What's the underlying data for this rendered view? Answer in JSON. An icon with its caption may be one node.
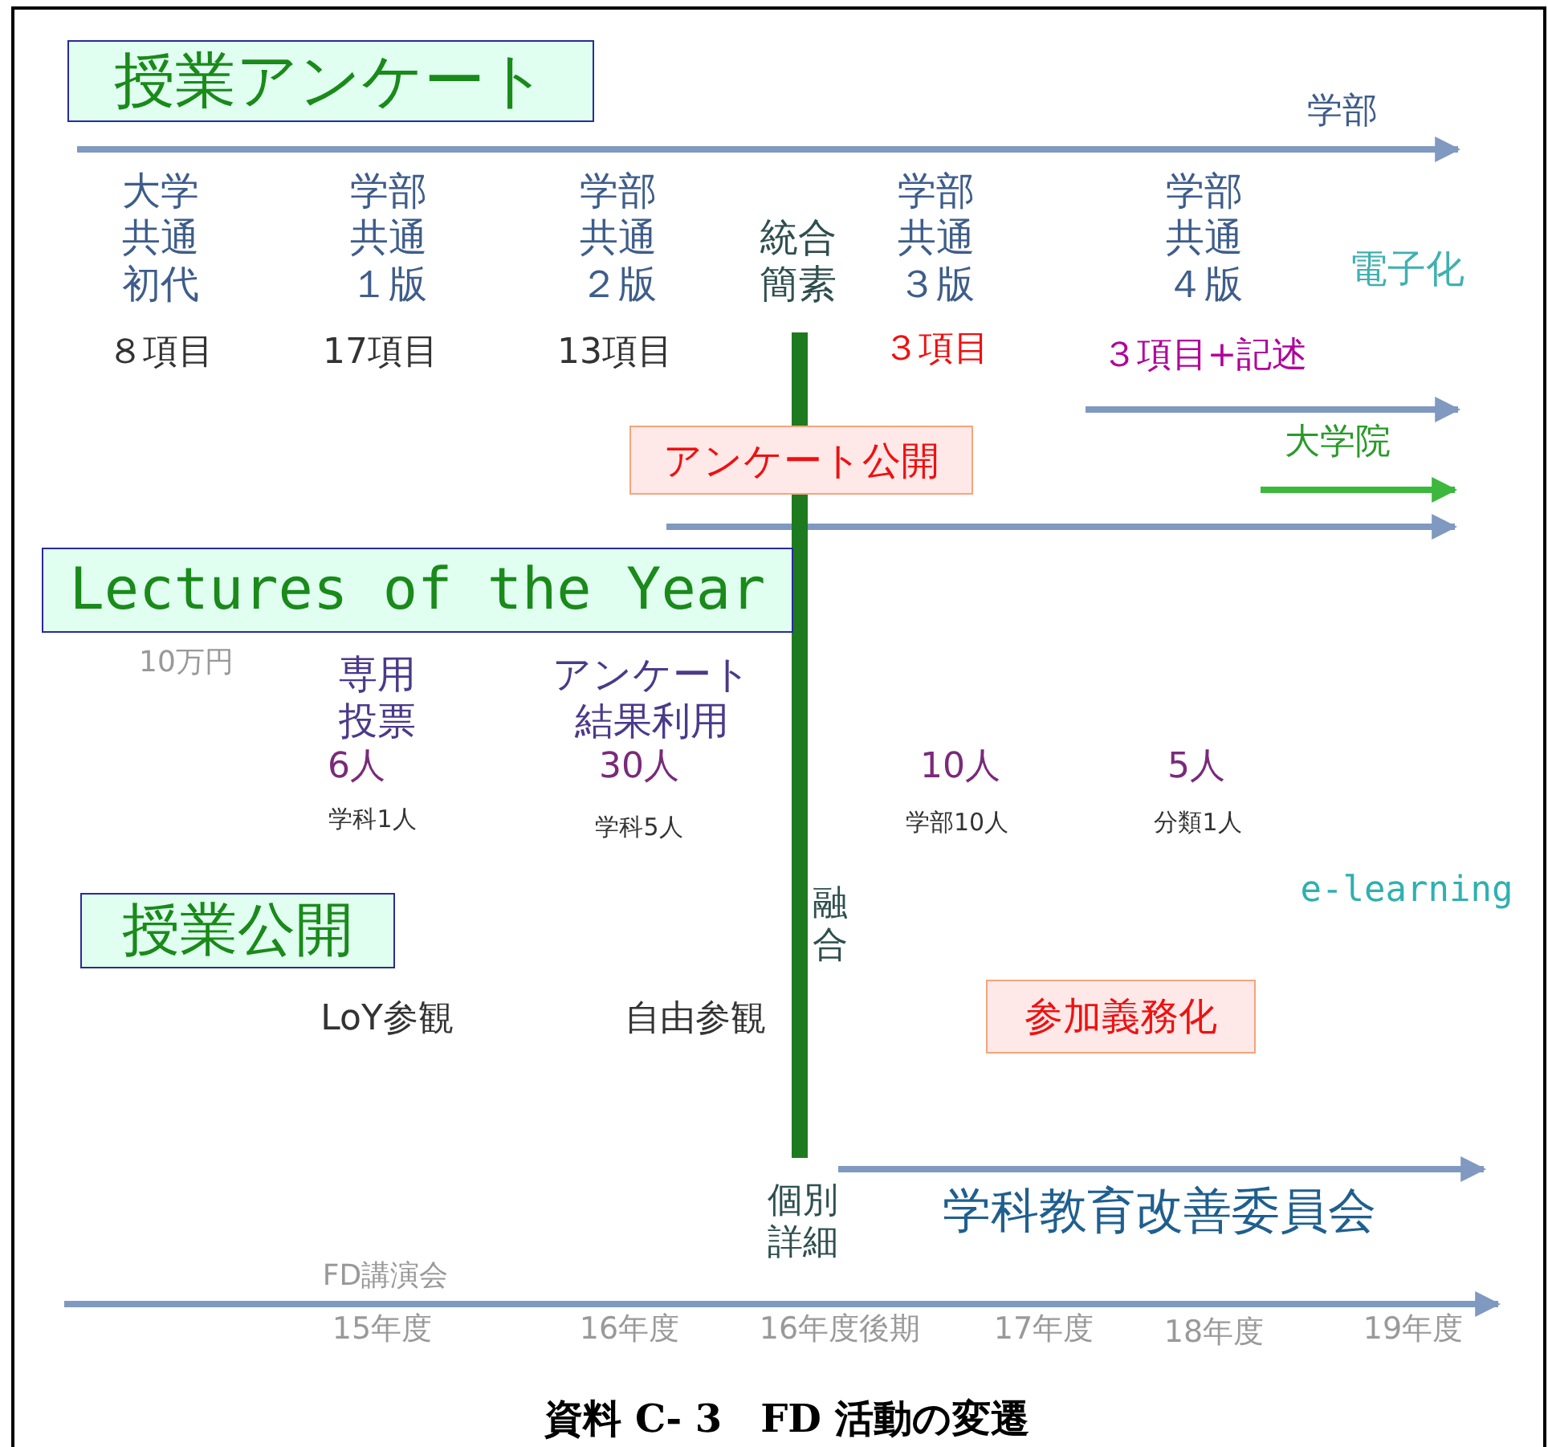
{
  "diagram": {
    "caption": "資料 C- 3　FD 活動の変遷",
    "nodes": [
      {
        "text": [
          "授業アンケート"
        ]
      },
      {
        "text": [
          "アンケート公開"
        ]
      },
      {
        "text": [
          "Lectures of the Year"
        ]
      },
      {
        "text": [
          "授業公開"
        ]
      },
      {
        "text": [
          "参加義務化"
        ]
      }
    ],
    "labels": [
      "学部",
      "大学共通初代",
      "学部共通１版",
      "学部共通２版",
      "統合簡素",
      "学部共通３版",
      "学部共通４版",
      "電子化",
      "８項目",
      "17項目",
      "13項目",
      "３項目",
      "３項目+記述",
      "大学院",
      "10万円",
      "専用投票",
      "アンケート結果利用",
      "6人",
      "30人",
      "10人",
      "5人",
      "学科1人",
      "学科5人",
      "学部10人",
      "分類1人",
      "e-learning",
      "融合",
      "LoY参観",
      "自由参観",
      "個別詳細",
      "学科教育改善委員会",
      "FD講演会",
      "15年度",
      "16年度",
      "16年度後期",
      "17年度",
      "18年度",
      "19年度"
    ]
  }
}
